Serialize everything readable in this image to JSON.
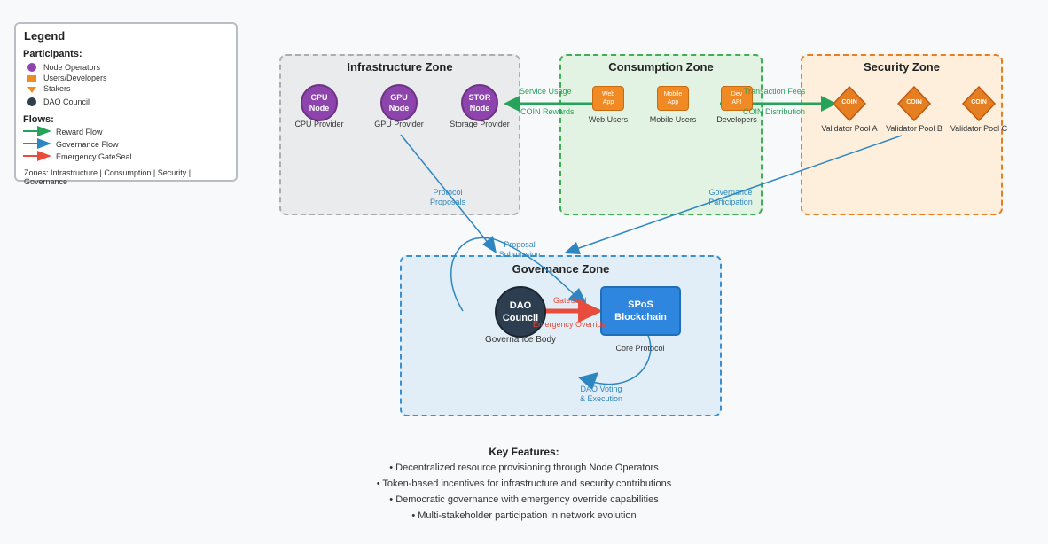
{
  "legend": {
    "title": "Legend",
    "participants_heading": "Participants:",
    "participants": [
      "Node Operators",
      "Users/Developers",
      "Stakers",
      "DAO Council"
    ],
    "flows_heading": "Flows:",
    "flows": [
      "Reward Flow",
      "Governance Flow",
      "Emergency GateSeal"
    ],
    "zones_line": "Zones: Infrastructure | Consumption | Security | Governance"
  },
  "zones": {
    "infrastructure": {
      "title": "Infrastructure Zone",
      "nodes": [
        {
          "label": "CPU\nNode",
          "caption": "CPU Provider"
        },
        {
          "label": "GPU\nNode",
          "caption": "GPU Provider"
        },
        {
          "label": "STOR\nNode",
          "caption": "Storage Provider"
        }
      ]
    },
    "consumption": {
      "title": "Consumption Zone",
      "apps": [
        {
          "label": "Web\nApp",
          "caption": "Web Users"
        },
        {
          "label": "Mobile\nApp",
          "caption": "Mobile Users"
        },
        {
          "label": "Dev\nAPI",
          "caption": "Developers"
        }
      ]
    },
    "security": {
      "title": "Security Zone",
      "pools": [
        {
          "label": "COIN",
          "caption": "Validator Pool A"
        },
        {
          "label": "COIN",
          "caption": "Validator Pool B"
        },
        {
          "label": "COIN",
          "caption": "Validator Pool C"
        }
      ]
    },
    "governance": {
      "title": "Governance Zone",
      "dao_label": "DAO\nCouncil",
      "dao_caption": "Governance Body",
      "chain_label": "SPoS\nBlockchain",
      "chain_caption": "Core Protocol"
    }
  },
  "flow_labels": {
    "service_usage": "Service Usage",
    "coin_rewards": "COIN Rewards",
    "transaction_fees": "Transaction Fees",
    "coin_distribution": "COIN Distribution",
    "protocol_proposals": "Protocol\nProposals",
    "governance_participation": "Governance\nParticipation",
    "proposal_submission": "Proposal\nSubmission",
    "gateseal": "GateSeal",
    "emergency_override": "Emergency Override",
    "dao_voting": "DAO Voting\n& Execution"
  },
  "features": {
    "title": "Key Features:",
    "items": [
      "• Decentralized resource provisioning through Node Operators",
      "• Token-based incentives for infrastructure and security contributions",
      "• Democratic governance with emergency override capabilities",
      "• Multi-stakeholder participation in network evolution"
    ]
  },
  "colors": {
    "node": "#8e44ad",
    "app": "#f08a24",
    "dao": "#2c3e50",
    "chain": "#2e86de",
    "reward": "#27a25a",
    "governance": "#2e86c1",
    "emergency": "#e74c3c"
  }
}
